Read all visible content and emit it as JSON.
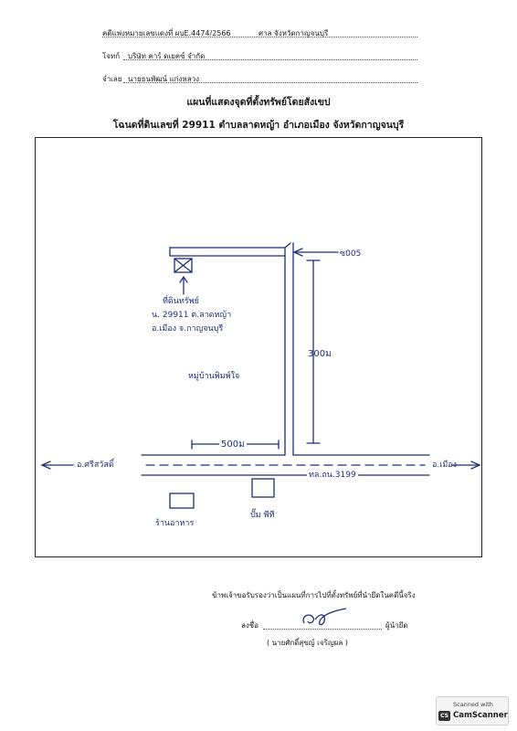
{
  "header": {
    "case_label": "คดีแพ่งหมายเลขแดงที่ ผบE.4474/2566",
    "court_label": "ศาล",
    "court_value": "จังหวัดกาญจนบุรี",
    "plaintiff_label": "โจทก์",
    "plaintiff_value": "บริษัท คาร์ ดเยคซ์ จำกัด",
    "defendant_label": "จำเลย",
    "defendant_value": "นายธนพัฒน์ แก่งหลวง"
  },
  "titles": {
    "line1": "แผนที่แสดงจุดที่ตั้งทรัพย์โดยสังเขป",
    "line2": "โฉนดที่ดินเลขที่ 29911 ตำบลลาดหญ้า อำเภอเมือง จังหวัดกาญจนบุรี"
  },
  "map": {
    "north_label": "ซ005",
    "property_note_1": "ที่ดินทรัพย์",
    "property_note_2": "น. 29911 ต.ลาดหญ้า",
    "property_note_3": "อ.เมือง จ.กาญจนบุรี",
    "village_label": "หมู่บ้านพิมพ์ใจ",
    "distance_vertical": "300ม",
    "distance_horizontal": "500ม",
    "left_destination": "อ.ศรีสวัสดิ์",
    "right_destination": "อ.เมือง",
    "highway_label": "ทล.ถน.3199",
    "landmark_left": "ร้านอาหาร",
    "landmark_right": "ปั๊ม พีที"
  },
  "certification": {
    "statement": "ข้าพเจ้าขอรับรองว่าเป็นแผนที่การไปที่ตั้งทรัพย์ที่นำยึดในคดีนี้จริง",
    "sign_label": "ลงชื่อ",
    "role_label": "ผู้นำยึด",
    "signer_name": "( นายศักดิ์สุขญ์ เจริญผล )"
  },
  "badge": {
    "line1": "Scanned with",
    "line2": "CamScanner",
    "logo_text": "CS"
  },
  "colors": {
    "ink_blue": "#1f2f7a",
    "print_black": "#1a1a1a"
  }
}
